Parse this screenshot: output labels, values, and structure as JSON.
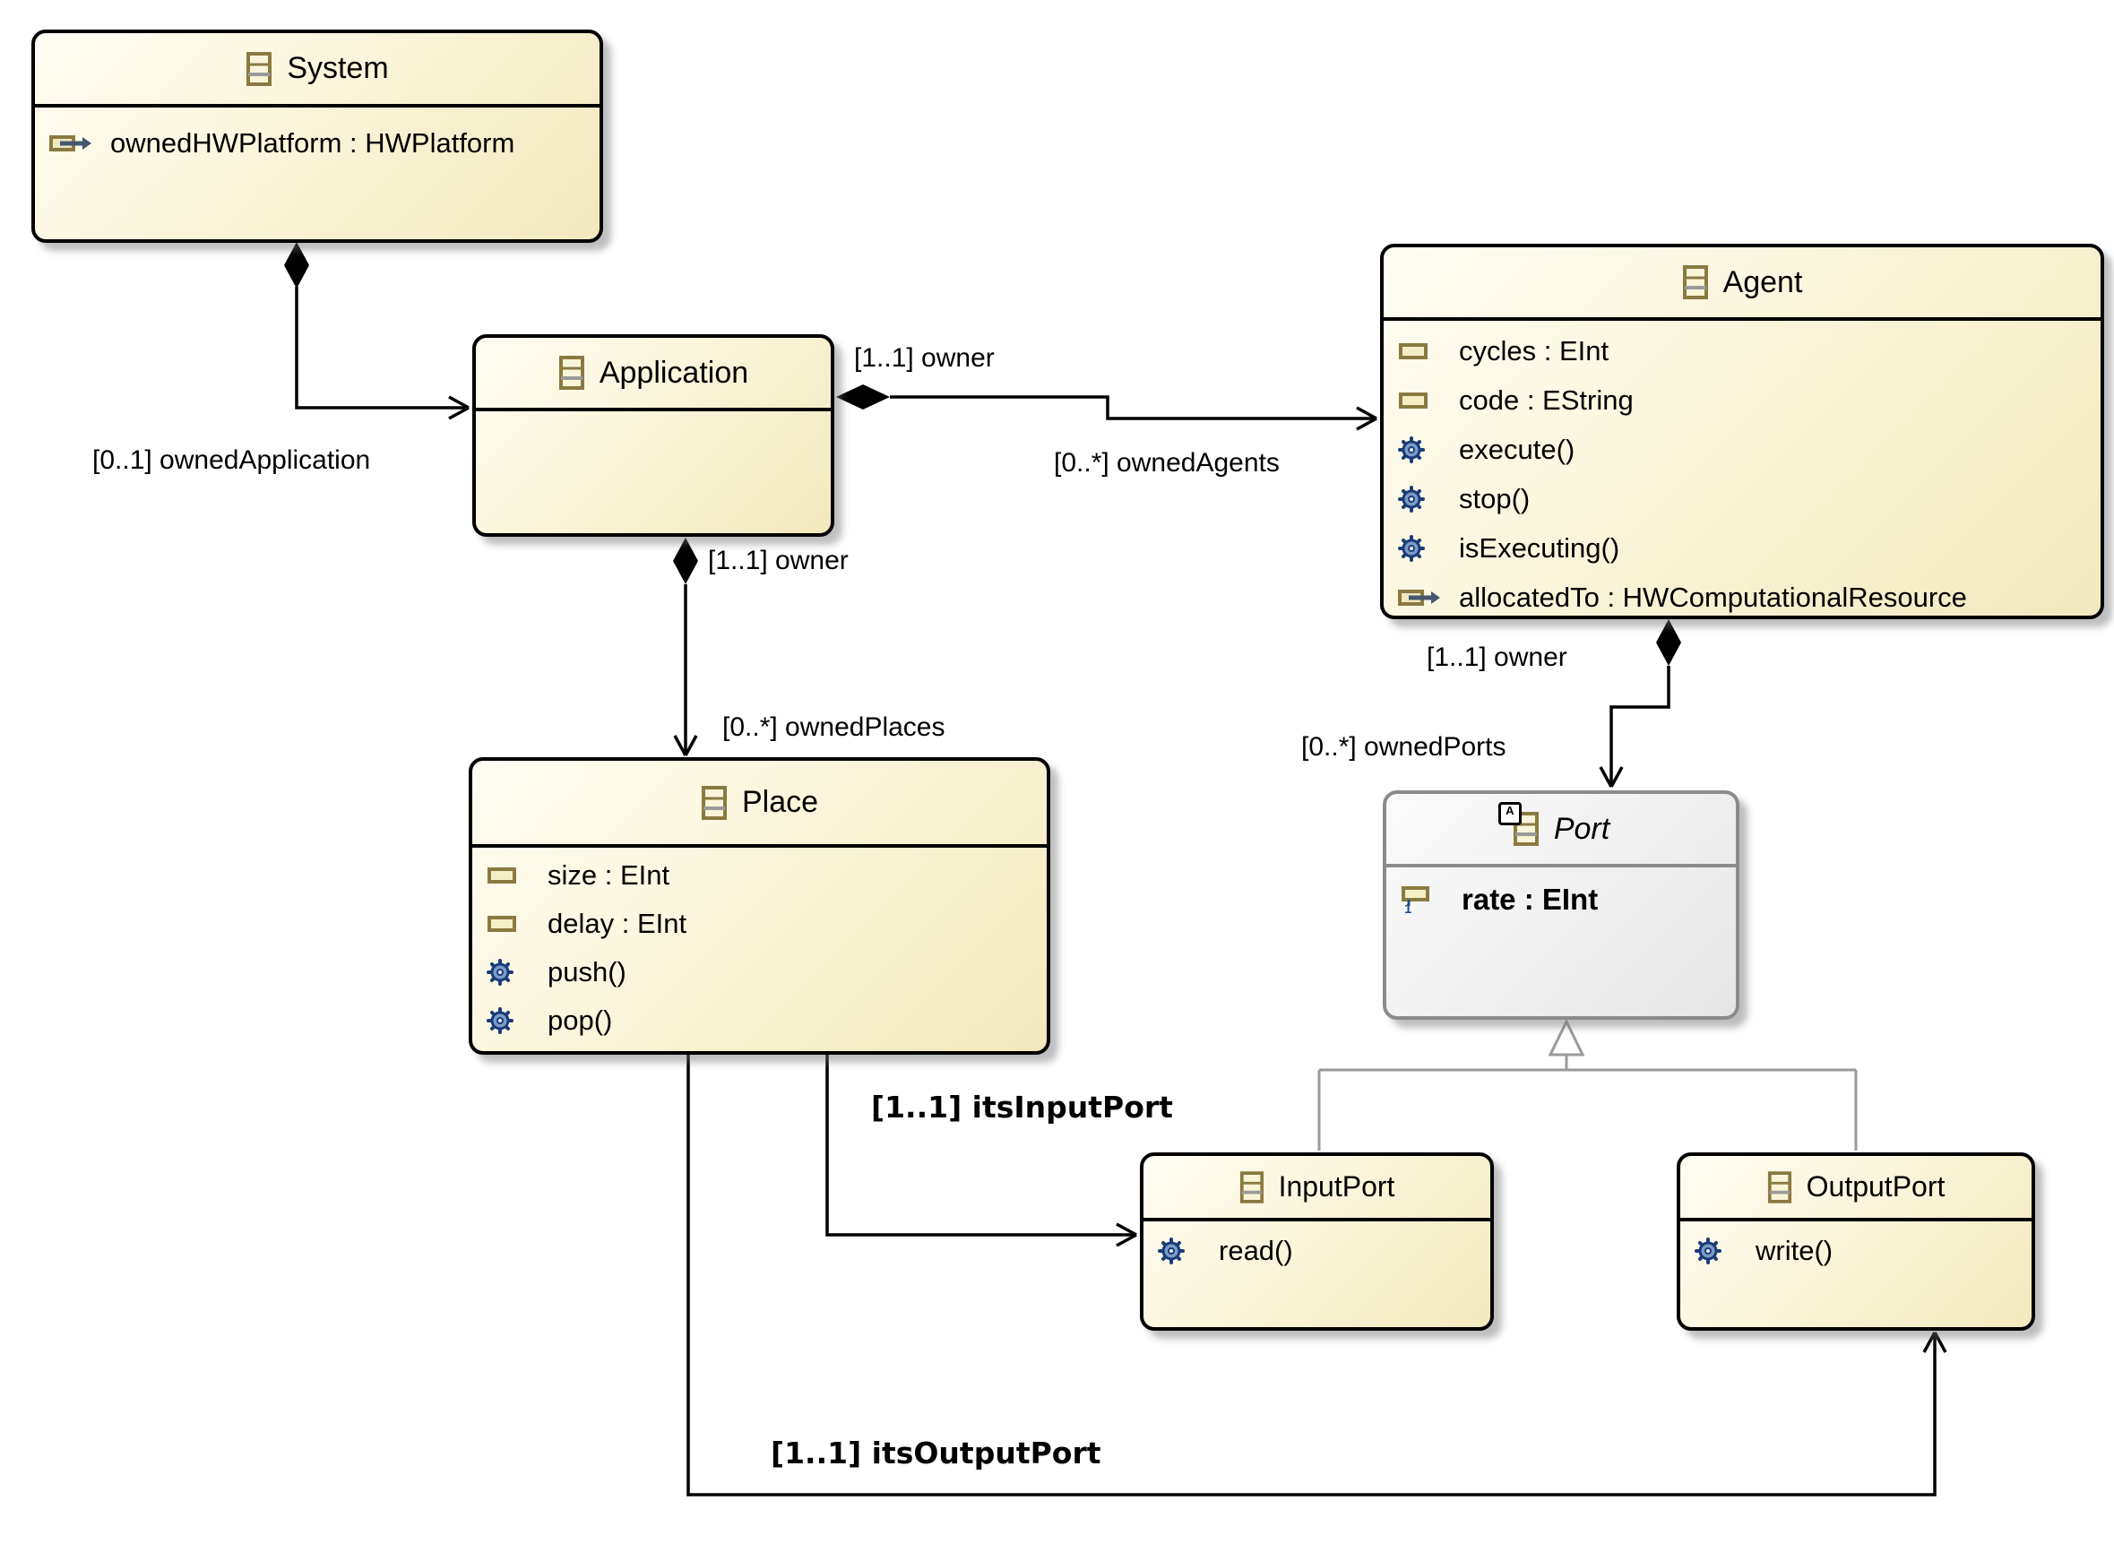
{
  "diagram": {
    "kind": "ecore-class-diagram",
    "classes": {
      "system": {
        "name": "System",
        "members": [
          {
            "kind": "reference",
            "text": "ownedHWPlatform : HWPlatform"
          }
        ]
      },
      "application": {
        "name": "Application",
        "members": []
      },
      "agent": {
        "name": "Agent",
        "members": [
          {
            "kind": "attribute",
            "text": "cycles : EInt"
          },
          {
            "kind": "attribute",
            "text": "code : EString"
          },
          {
            "kind": "operation",
            "text": "execute()"
          },
          {
            "kind": "operation",
            "text": "stop()"
          },
          {
            "kind": "operation",
            "text": "isExecuting()"
          },
          {
            "kind": "reference",
            "text": "allocatedTo : HWComputationalResource"
          }
        ]
      },
      "place": {
        "name": "Place",
        "members": [
          {
            "kind": "attribute",
            "text": "size : EInt"
          },
          {
            "kind": "attribute",
            "text": "delay : EInt"
          },
          {
            "kind": "operation",
            "text": "push()"
          },
          {
            "kind": "operation",
            "text": "pop()"
          }
        ]
      },
      "port": {
        "name": "Port",
        "abstract": true,
        "abstract_badge": "A",
        "members": [
          {
            "kind": "id_attribute",
            "text": "rate : EInt"
          }
        ]
      },
      "inputPort": {
        "name": "InputPort",
        "members": [
          {
            "kind": "operation",
            "text": "read()"
          }
        ]
      },
      "outputPort": {
        "name": "OutputPort",
        "members": [
          {
            "kind": "operation",
            "text": "write()"
          }
        ]
      }
    },
    "edge_labels": {
      "ownedApplication": "[0..1] ownedApplication",
      "ownerAgent": "[1..1] owner",
      "ownedAgents": "[0..*] ownedAgents",
      "ownerPlace": "[1..1] owner",
      "ownedPlaces": "[0..*] ownedPlaces",
      "ownerPort": "[1..1] owner",
      "ownedPorts": "[0..*] ownedPorts",
      "itsInputPort": "[1..1] itsInputPort",
      "itsOutputPort": "[1..1] itsOutputPort"
    },
    "colors": {
      "class_fill_light": "#fffdf4",
      "class_fill_dark": "#f2e9bd",
      "class_border": "#000000",
      "abstract_fill_light": "#fbfbfb",
      "abstract_fill_dark": "#e6e6e6",
      "abstract_border": "#8b8b8b",
      "generalization_line": "#9a9a9a",
      "association_line": "#000000",
      "attribute_icon": "#8a7a41",
      "operation_icon": "#5b7fb5",
      "id_marker": "#1c4f8a"
    }
  }
}
